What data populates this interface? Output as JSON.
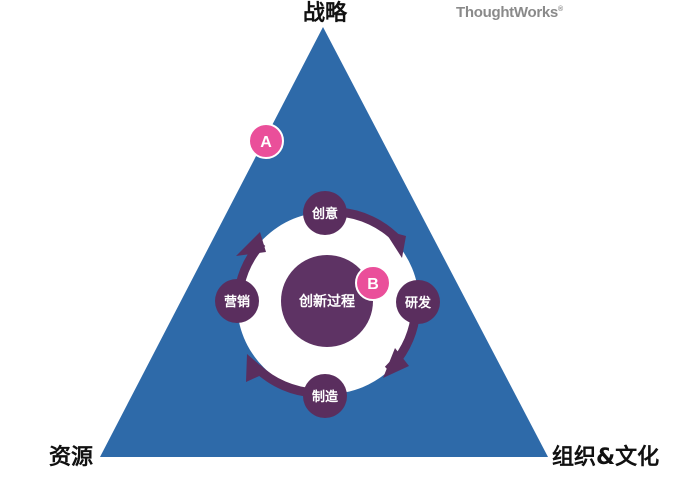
{
  "vertices": {
    "top": "战略",
    "bottom_left": "资源",
    "bottom_right": "组织&文化"
  },
  "brand": {
    "name": "ThoughtWorks",
    "mark": "®"
  },
  "center": {
    "label": "创新过程"
  },
  "cycle_nodes": {
    "top": "创意",
    "right": "研发",
    "bottom": "制造",
    "left": "营销"
  },
  "markers": {
    "a": "A",
    "b": "B"
  },
  "colors": {
    "triangle": "#2e6aa9",
    "ring": "#5a2e5e",
    "node": "#5a2e5e",
    "center": "#5e3364",
    "marker": "#ea4f9a",
    "marker_border": "#ffffff"
  }
}
